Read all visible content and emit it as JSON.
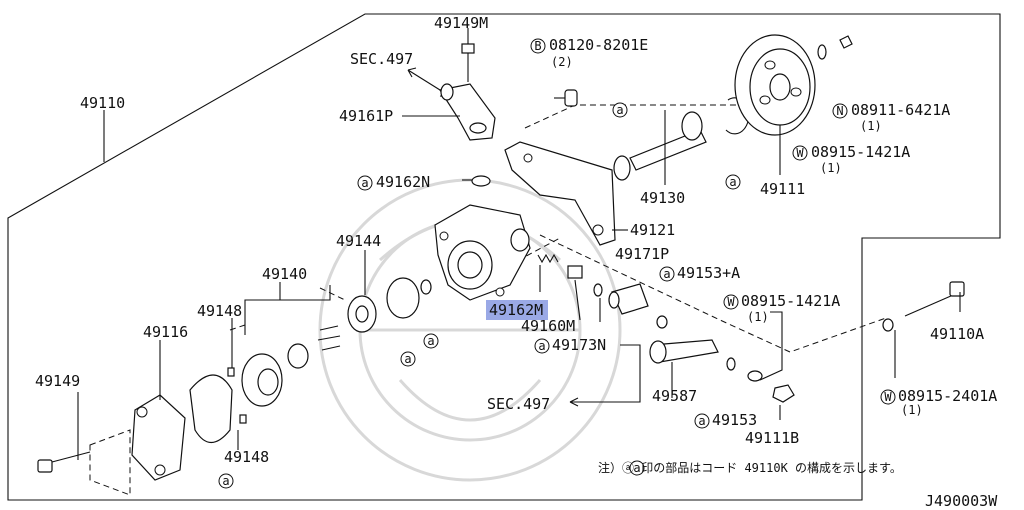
{
  "diagram": {
    "parts": {
      "p49110": "49110",
      "p49149M": "49149M",
      "sec497_top": "SEC.497",
      "bolt_code": "08120-8201E",
      "bolt_qty": "(2)",
      "nut_code": "08911-6421A",
      "nut_qty": "(1)",
      "washer_code_1": "08915-1421A",
      "washer_qty_1": "(1)",
      "p49161P": "49161P",
      "p49162N": "49162N",
      "p49130": "49130",
      "p49111": "49111",
      "p49121": "49121",
      "p49144": "49144",
      "p49171P": "49171P",
      "p49140": "49140",
      "p49153A": "49153+A",
      "p49148_top": "49148",
      "p49162M": "49162M",
      "p49116": "49116",
      "p49160M": "49160M",
      "washer_code_2": "08915-1421A",
      "washer_qty_2": "(1)",
      "p49110A": "49110A",
      "p49173N": "49173N",
      "p49149": "49149",
      "sec497_bottom": "SEC.497",
      "p49587": "49587",
      "washer_code_3": "08915-2401A",
      "washer_qty_3": "(1)",
      "p49153": "49153",
      "p49111B": "49111B",
      "p49148_bottom": "49148",
      "note": "注）ⓐ 印の部品はコード 49110K の構成を示します。",
      "diagram_code": "J490003W"
    },
    "markers": {
      "a": "a",
      "B": "B",
      "N": "N",
      "W": "W"
    },
    "highlight_color": "#9aa9e6"
  }
}
